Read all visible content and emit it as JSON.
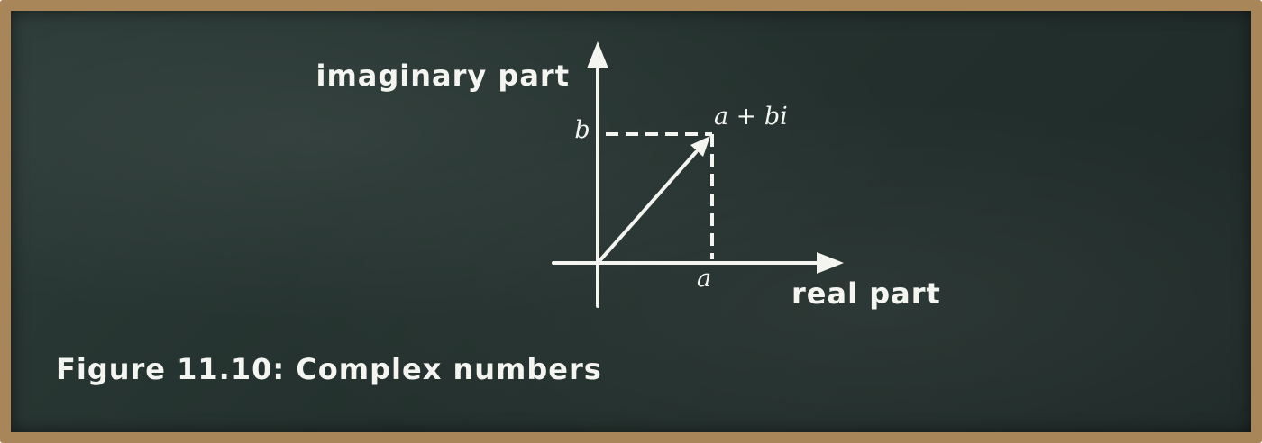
{
  "diagram": {
    "y_axis_label": "imaginary part",
    "x_axis_label": "real part",
    "point_label": "a + bi",
    "b_label": "b",
    "a_label": "a"
  },
  "caption": "Figure 11.10: Complex numbers",
  "colors": {
    "chalk": "#f4f4f0",
    "board": "#25322f",
    "frame": "#a9855a"
  }
}
